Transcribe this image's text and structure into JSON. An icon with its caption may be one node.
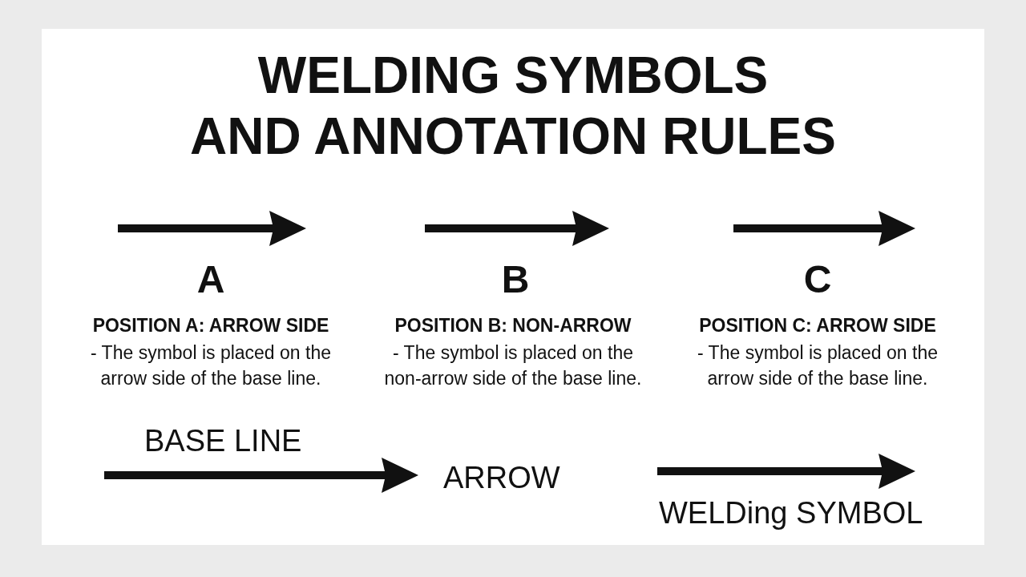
{
  "diagram": {
    "title": "WELDING SYMBOLS AND ANNOTATION RULES",
    "labels": [
      "A",
      "POSITION A: ARROW SIDE",
      "- The symbol is placed on the arrow side of the base line.",
      "B",
      "POSITION B: NON-ARROW",
      "- The symbol is placed on the non-arrow side of the base line.",
      "C",
      "POSITION C: ARROW SIDE",
      "- The symbol is placed on the arrow side of the base line.",
      "BASE LINE",
      "ARROW",
      "WELDing SYMBOL"
    ]
  }
}
